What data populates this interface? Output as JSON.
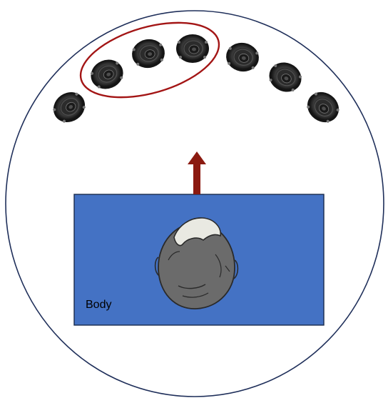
{
  "diagram": {
    "body_label": "Body",
    "colors": {
      "boundary_circle": "#1f2f5a",
      "body_rect": "#4472c4",
      "body_rect_stroke": "#1a2b4c",
      "arrow": "#8b1a10",
      "selection_ellipse": "#a31515",
      "speaker": "#2a2a2a",
      "head_hair": "#6b6b6b",
      "head_hair_light": "#e9e9e2"
    },
    "speakers": {
      "count": 7,
      "highlighted_count": 3
    },
    "icons": {
      "speaker": "loudspeaker-icon",
      "listener": "listener-head-top-view-icon",
      "direction": "up-arrow-icon"
    }
  }
}
